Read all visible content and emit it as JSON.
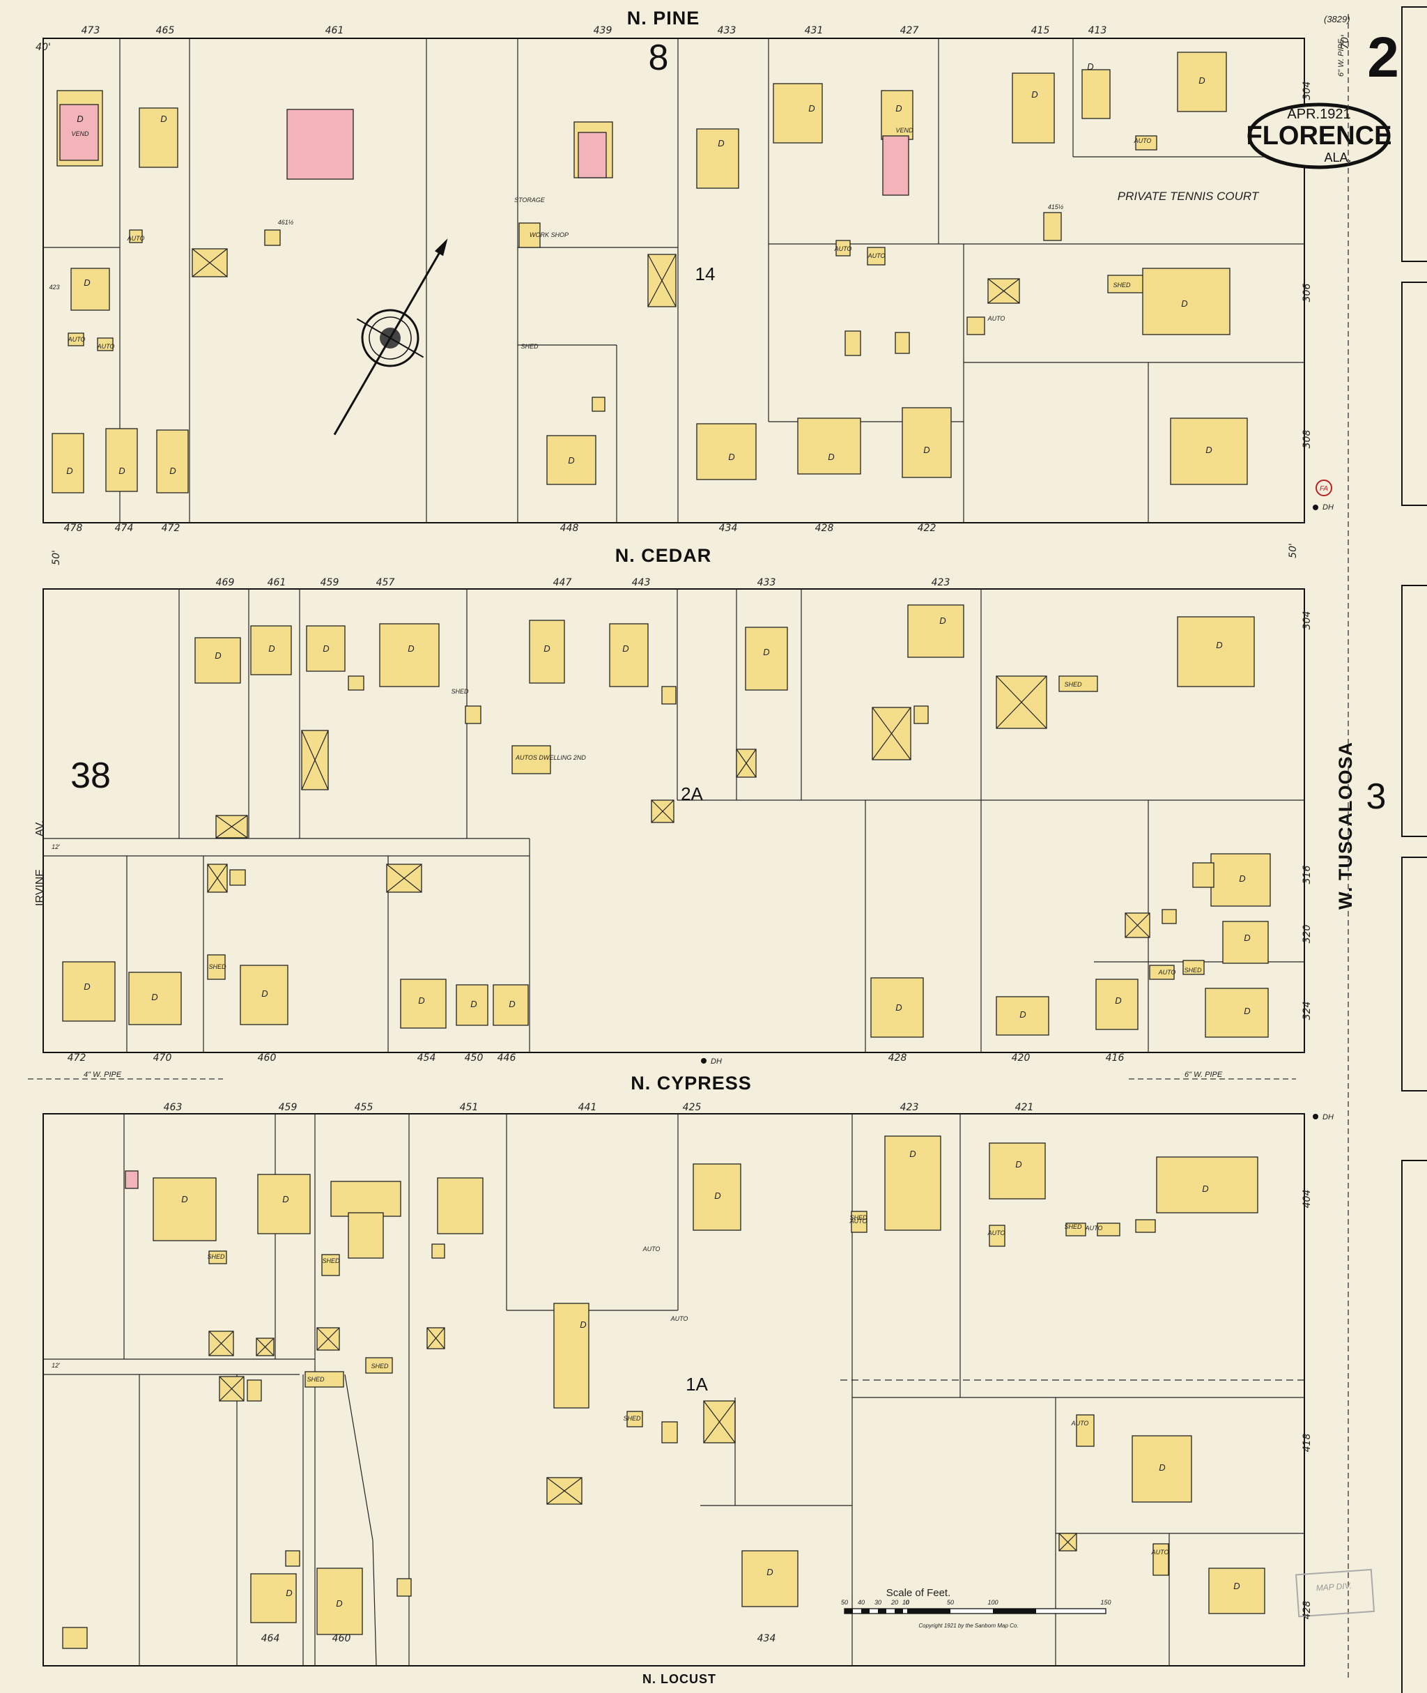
{
  "sheet": {
    "number": "2",
    "date": "APR.1921",
    "city": "FLORENCE",
    "state": "ALA.",
    "sheet_ref": "(3829)"
  },
  "streets": {
    "n_pine": "N. PINE",
    "n_cedar": "N. CEDAR",
    "n_cypress": "N. CYPRESS",
    "n_locust": "N. LOCUST",
    "w_tuscaloosa": "W. TUSCALOOSA",
    "irvine": "IRVINE",
    "av": "AV."
  },
  "adjacent_sheets": {
    "top": "8",
    "left": "38",
    "right": "3"
  },
  "block_numbers": {
    "b14": "14",
    "b2a": "2A",
    "b1a": "1A"
  },
  "labels": {
    "tennis": "PRIVATE TENNIS COURT",
    "scale": "Scale of Feet.",
    "copyright": "Copyright 1921 by the Sanborn Map Co.",
    "pipe_4": "4\" W. PIPE",
    "pipe_6": "6\" W. PIPE",
    "work_shop": "WORK SHOP",
    "autos_dwelling": "AUTOS DWELLING 2ND",
    "fa": "FA",
    "dh": "DH",
    "stamp": "MAP DIV."
  },
  "scale_ticks": [
    "50",
    "40",
    "30",
    "20",
    "10",
    "0",
    "50",
    "100",
    "150"
  ],
  "house_numbers": {
    "pine_north": [
      "473",
      "465",
      "461",
      "439",
      "433",
      "431",
      "427",
      "415",
      "413"
    ],
    "pine_south": [
      "478",
      "474",
      "472",
      "448",
      "434",
      "428",
      "422"
    ],
    "cedar_north": [
      "469",
      "461",
      "459",
      "457",
      "447",
      "443",
      "433",
      "423"
    ],
    "cedar_south": [
      "472",
      "470",
      "460",
      "454",
      "450",
      "446",
      "428",
      "420",
      "416"
    ],
    "cypress_north": [
      "463",
      "459",
      "455",
      "451",
      "441",
      "425",
      "423",
      "421"
    ],
    "locust_north": [
      "464",
      "460",
      "434"
    ],
    "tuscaloosa": [
      "304",
      "306",
      "308",
      "304",
      "316",
      "320",
      "324",
      "404",
      "418",
      "428"
    ],
    "side": [
      "415½",
      "461½",
      "423"
    ]
  },
  "widths": {
    "w40": "40'",
    "w50": "50'",
    "w70": "70'",
    "w12": "12'"
  },
  "building_labels": {
    "dwelling": "D",
    "vend": "VEND",
    "auto": "AUTO",
    "shed": "SHED",
    "garage": "AUTO",
    "store": "STORAGE"
  }
}
